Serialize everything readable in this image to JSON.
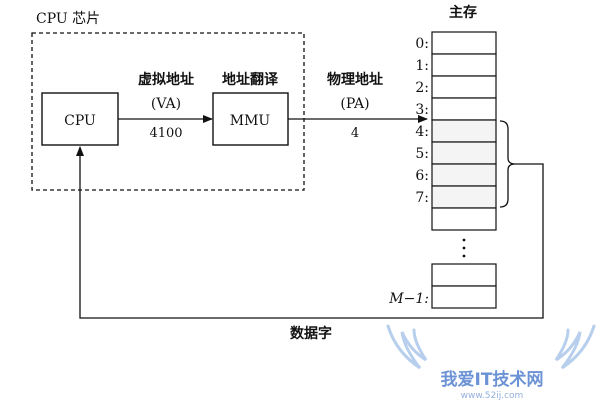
{
  "chip": {
    "label": "CPU 芯片",
    "cpu_label": "CPU",
    "mmu_label": "MMU"
  },
  "labels": {
    "virtual_address": "虚拟地址",
    "va": "(VA)",
    "va_value": "4100",
    "translation": "地址翻译",
    "physical_address": "物理地址",
    "pa": "(PA)",
    "pa_value": "4",
    "data_word": "数据字"
  },
  "memory": {
    "title": "主存",
    "rows": [
      "0:",
      "1:",
      "2:",
      "3:",
      "4:",
      "5:",
      "6:",
      "7:"
    ],
    "last_row": "M−1:"
  },
  "watermark": {
    "text": "我爱IT技术网",
    "url": "www.52ij.com"
  },
  "colors": {
    "line": "#111111",
    "watermark": "#3a6ec8"
  }
}
